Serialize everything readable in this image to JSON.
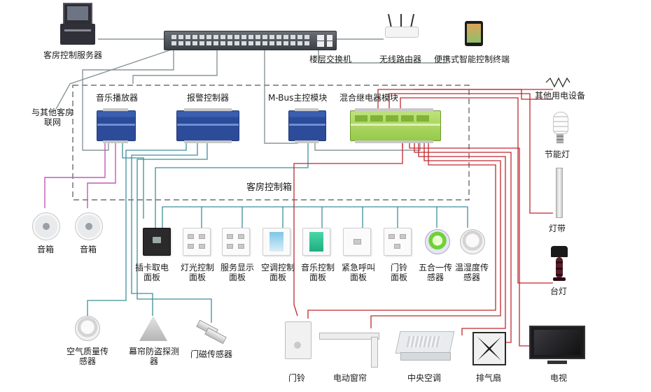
{
  "labels": {
    "server": "客房控制服务器",
    "floor_switch": "楼层交换机",
    "wifi_router": "无线路由器",
    "portable_terminal": "便携式智能控制终端",
    "other_rooms": "与其他客房联网",
    "music_player": "音乐播放器",
    "alarm_controller": "报警控制器",
    "mbus_module": "M-Bus主控模块",
    "relay_module": "混合继电器模块",
    "other_devices": "其他用电设备",
    "energy_lamp": "节能灯",
    "light_strip": "灯带",
    "table_lamp": "台灯",
    "room_control_box": "客房控制箱",
    "speaker_1": "音箱",
    "speaker_2": "音箱",
    "card_panel": "插卡取电面板",
    "light_panel": "灯光控制面板",
    "service_panel": "服务显示面板",
    "ac_panel": "空调控制面板",
    "music_panel": "音乐控制面板",
    "emergency_panel": "紧急呼叫面板",
    "doorbell_panel": "门铃面板",
    "five_in_one": "五合一传感器",
    "temp_humidity": "温湿度传感器",
    "air_quality": "空气质量传感器",
    "curtain_detector": "幕帘防盗探测器",
    "door_sensor": "门磁传感器",
    "doorbell": "门铃",
    "electric_curtain": "电动窗帘",
    "central_ac": "中央空调",
    "exhaust_fan": "排气扇",
    "tv": "电视"
  },
  "colors": {
    "network": "#8a9599",
    "bus": "#3f8f9a",
    "speaker_line": "#c05ab8",
    "power": "#c0272d",
    "box_border": "#555555"
  }
}
